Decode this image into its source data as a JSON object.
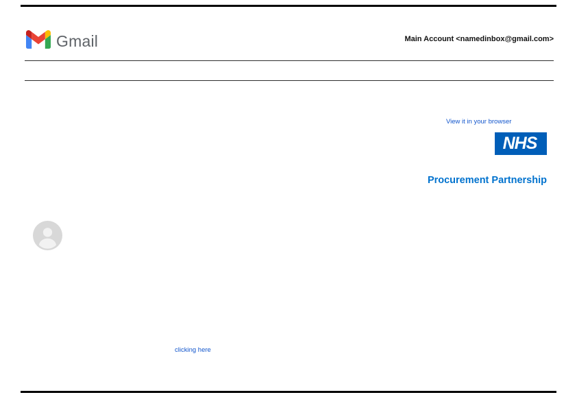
{
  "header": {
    "brand": "Gmail",
    "account": "Main Account <namedinbox@gmail.com>"
  },
  "body": {
    "view_in_browser": "View it in your browser",
    "nhs": "NHS",
    "partnership": "Procurement Partnership",
    "clicking_here": "clicking here"
  },
  "colors": {
    "nhs_blue": "#005EB8",
    "partnership_blue": "#0072CE",
    "link_blue": "#1155CC",
    "brand_gray": "#5F6368"
  }
}
